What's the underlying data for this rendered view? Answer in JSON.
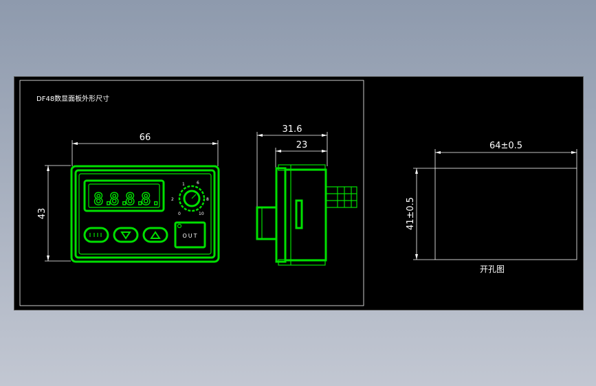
{
  "drawing": {
    "title": "DF48数显面板外形尺寸",
    "front_view": {
      "width_dim": "66",
      "height_dim": "43",
      "display_digits": [
        "8.",
        "8.",
        "8.",
        "8."
      ],
      "knob_labels": [
        "1",
        "6",
        "2",
        "8",
        "0",
        "10"
      ],
      "button_out_label": "OUT"
    },
    "side_view": {
      "overall_depth_dim": "31.6",
      "body_depth_dim": "23"
    },
    "cutout_view": {
      "width_dim": "64±0.5",
      "height_dim": "41±0.5",
      "caption": "开孔图"
    }
  },
  "colors": {
    "background": "#000000",
    "outline": "#00e000",
    "dimension": "#ffffff",
    "page_gradient_top": "#8e9aad",
    "page_gradient_bottom": "#c2c7d2"
  }
}
